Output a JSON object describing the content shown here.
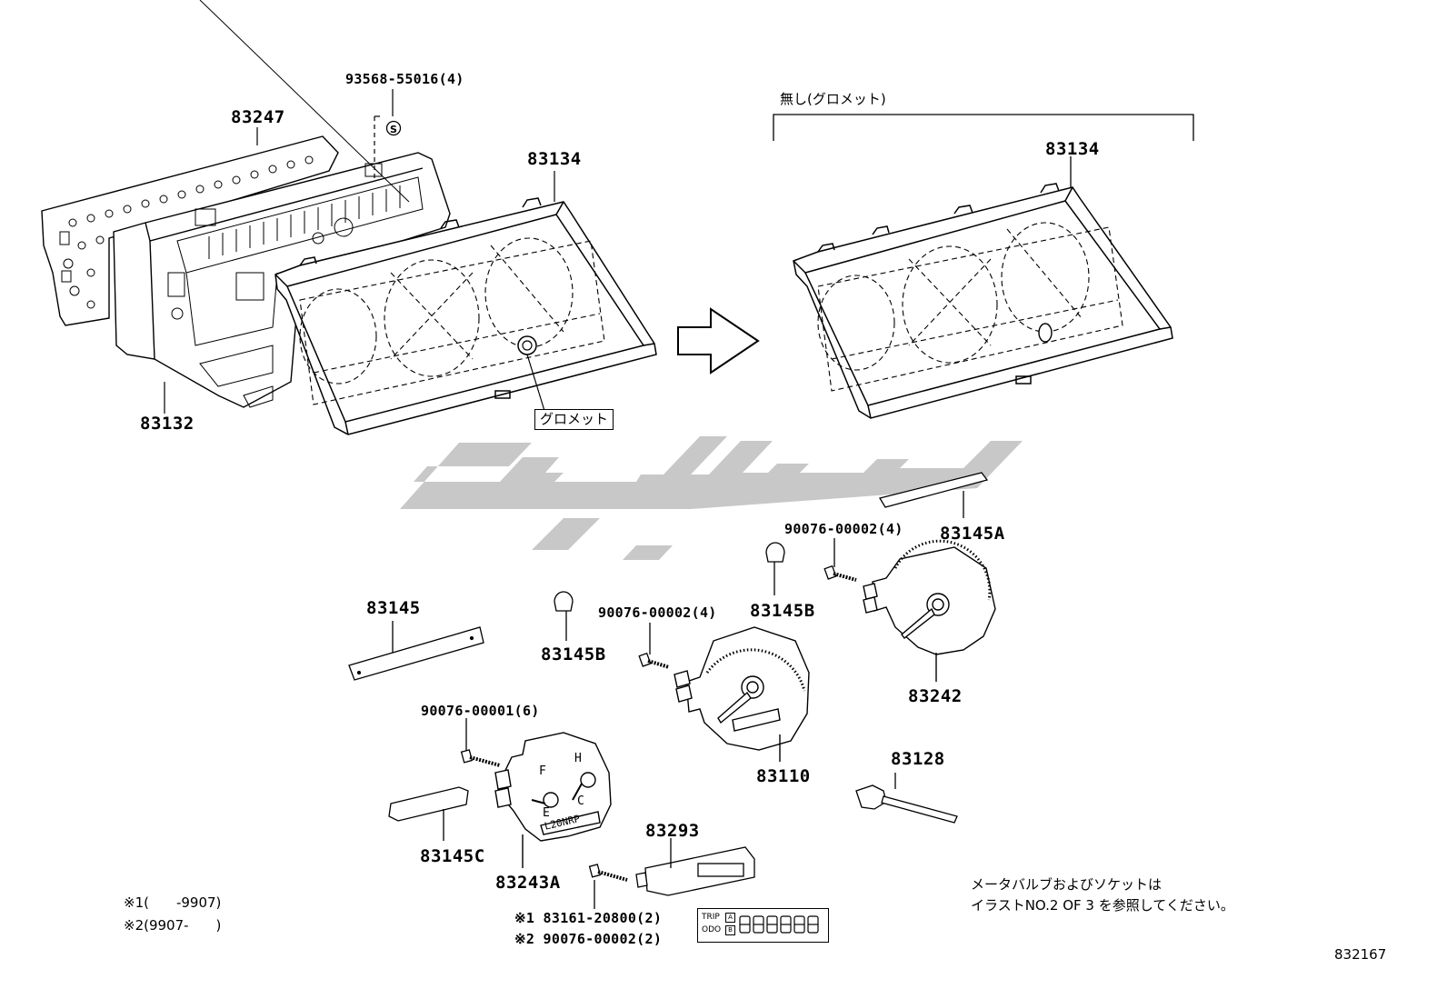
{
  "diagram": {
    "parts": {
      "p83247": "83247",
      "p93568": "93568-55016(4)",
      "p83134_left": "83134",
      "p83134_right": "83134",
      "p83132": "83132",
      "p83145A": "83145A",
      "p90076_right": "90076-00002(4)",
      "p83145B_right": "83145B",
      "p83242": "83242",
      "p83145": "83145",
      "p83145B_left": "83145B",
      "p90076_mid": "90076-00002(4)",
      "p83110": "83110",
      "p90076_00001": "90076-00001(6)",
      "p83128": "83128",
      "p83145C": "83145C",
      "p83243A": "83243A",
      "p83293": "83293",
      "p83161": "※1 83161-20800(2)",
      "p90076_00002_2": "※2 90076-00002(2)"
    },
    "grommet_label": "グロメット",
    "no_grommet_label": "無し(グロメット)",
    "gauge_text": "L20NRP",
    "odo_labels": {
      "trip": "TRIP",
      "odo": "ODO",
      "a": "A",
      "b": "B"
    },
    "notes": {
      "note1": "※1(　　-9907)",
      "note2": "※2(9907-　　)",
      "bulb_line1": "メータバルブおよびソケットは",
      "bulb_line2": "イラストNO.2 OF 3 を参照してください。"
    },
    "figure_number": "832167"
  },
  "colors": {
    "line": "#000000",
    "watermark": "#c8c8c8"
  },
  "icons": [
    "right-arrow-icon",
    "s-clip-icon",
    "bulb-icon",
    "screw-icon"
  ]
}
